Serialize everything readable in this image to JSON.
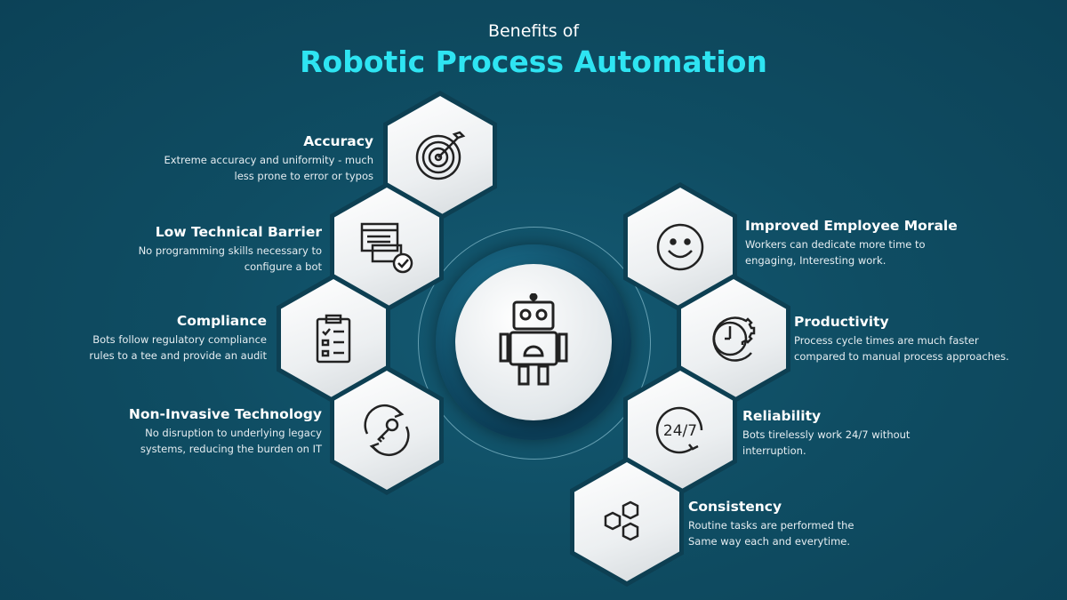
{
  "header": {
    "subtitle": "Benefits of",
    "title": "Robotic Process Automation"
  },
  "colors": {
    "background": "#0f4d63",
    "title": "#2ee4f2",
    "hexagon": "#ffffff"
  },
  "center": {
    "icon": "robot-icon"
  },
  "left": [
    {
      "title": "Accuracy",
      "desc": "Extreme accuracy and uniformity - much less prone to error or typos",
      "icon": "target-icon"
    },
    {
      "title": "Low Technical Barrier",
      "desc": "No programming skills necessary to configure a bot",
      "icon": "window-check-icon"
    },
    {
      "title": "Compliance",
      "desc": "Bots follow regulatory compliance rules to a tee and provide an audit",
      "icon": "clipboard-checklist-icon"
    },
    {
      "title": "Non-Invasive Technology",
      "desc": "No disruption to underlying legacy systems, reducing the burden on IT",
      "icon": "key-refresh-icon"
    }
  ],
  "right": [
    {
      "title": "Improved Employee Morale",
      "desc": "Workers can dedicate more time to engaging, Interesting work.",
      "icon": "smiley-icon"
    },
    {
      "title": "Productivity",
      "desc": "Process cycle times are much faster compared to manual process approaches.",
      "icon": "clock-gear-icon"
    },
    {
      "title": "Reliability",
      "desc": "Bots tirelessly work 24/7 without interruption.",
      "icon": "24-7-icon",
      "icon_text": "24/7"
    },
    {
      "title": "Consistency",
      "desc": "Routine tasks are performed the Same way each and everytime.",
      "icon": "hexagons-icon"
    }
  ]
}
